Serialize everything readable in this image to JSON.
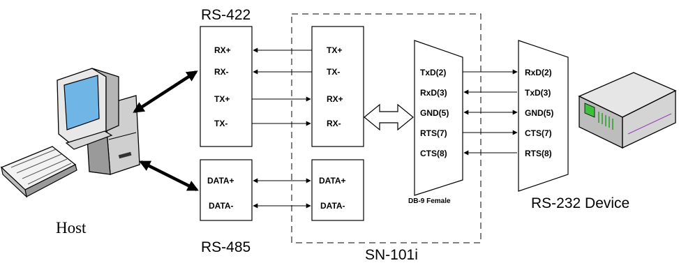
{
  "labels": {
    "rs422": "RS-422",
    "rs485": "RS-485",
    "sn101i": "SN-101i",
    "host": "Host",
    "db9": "DB-9 Female",
    "rs232_device": "RS-232 Device"
  },
  "rs422_host_pins": [
    "RX+",
    "RX-",
    "TX+",
    "TX-"
  ],
  "rs422_sn_pins": [
    "TX+",
    "TX-",
    "RX+",
    "RX-"
  ],
  "rs485_host_pins": [
    "DATA+",
    "DATA-"
  ],
  "rs485_sn_pins": [
    "DATA+",
    "DATA-"
  ],
  "db9_pins": [
    "TxD(2)",
    "RxD(3)",
    "GND(5)",
    "RTS(7)",
    "CTS(8)"
  ],
  "device_pins": [
    "RxD(2)",
    "TxD(3)",
    "GND(5)",
    "CTS(7)",
    "RTS(8)"
  ]
}
